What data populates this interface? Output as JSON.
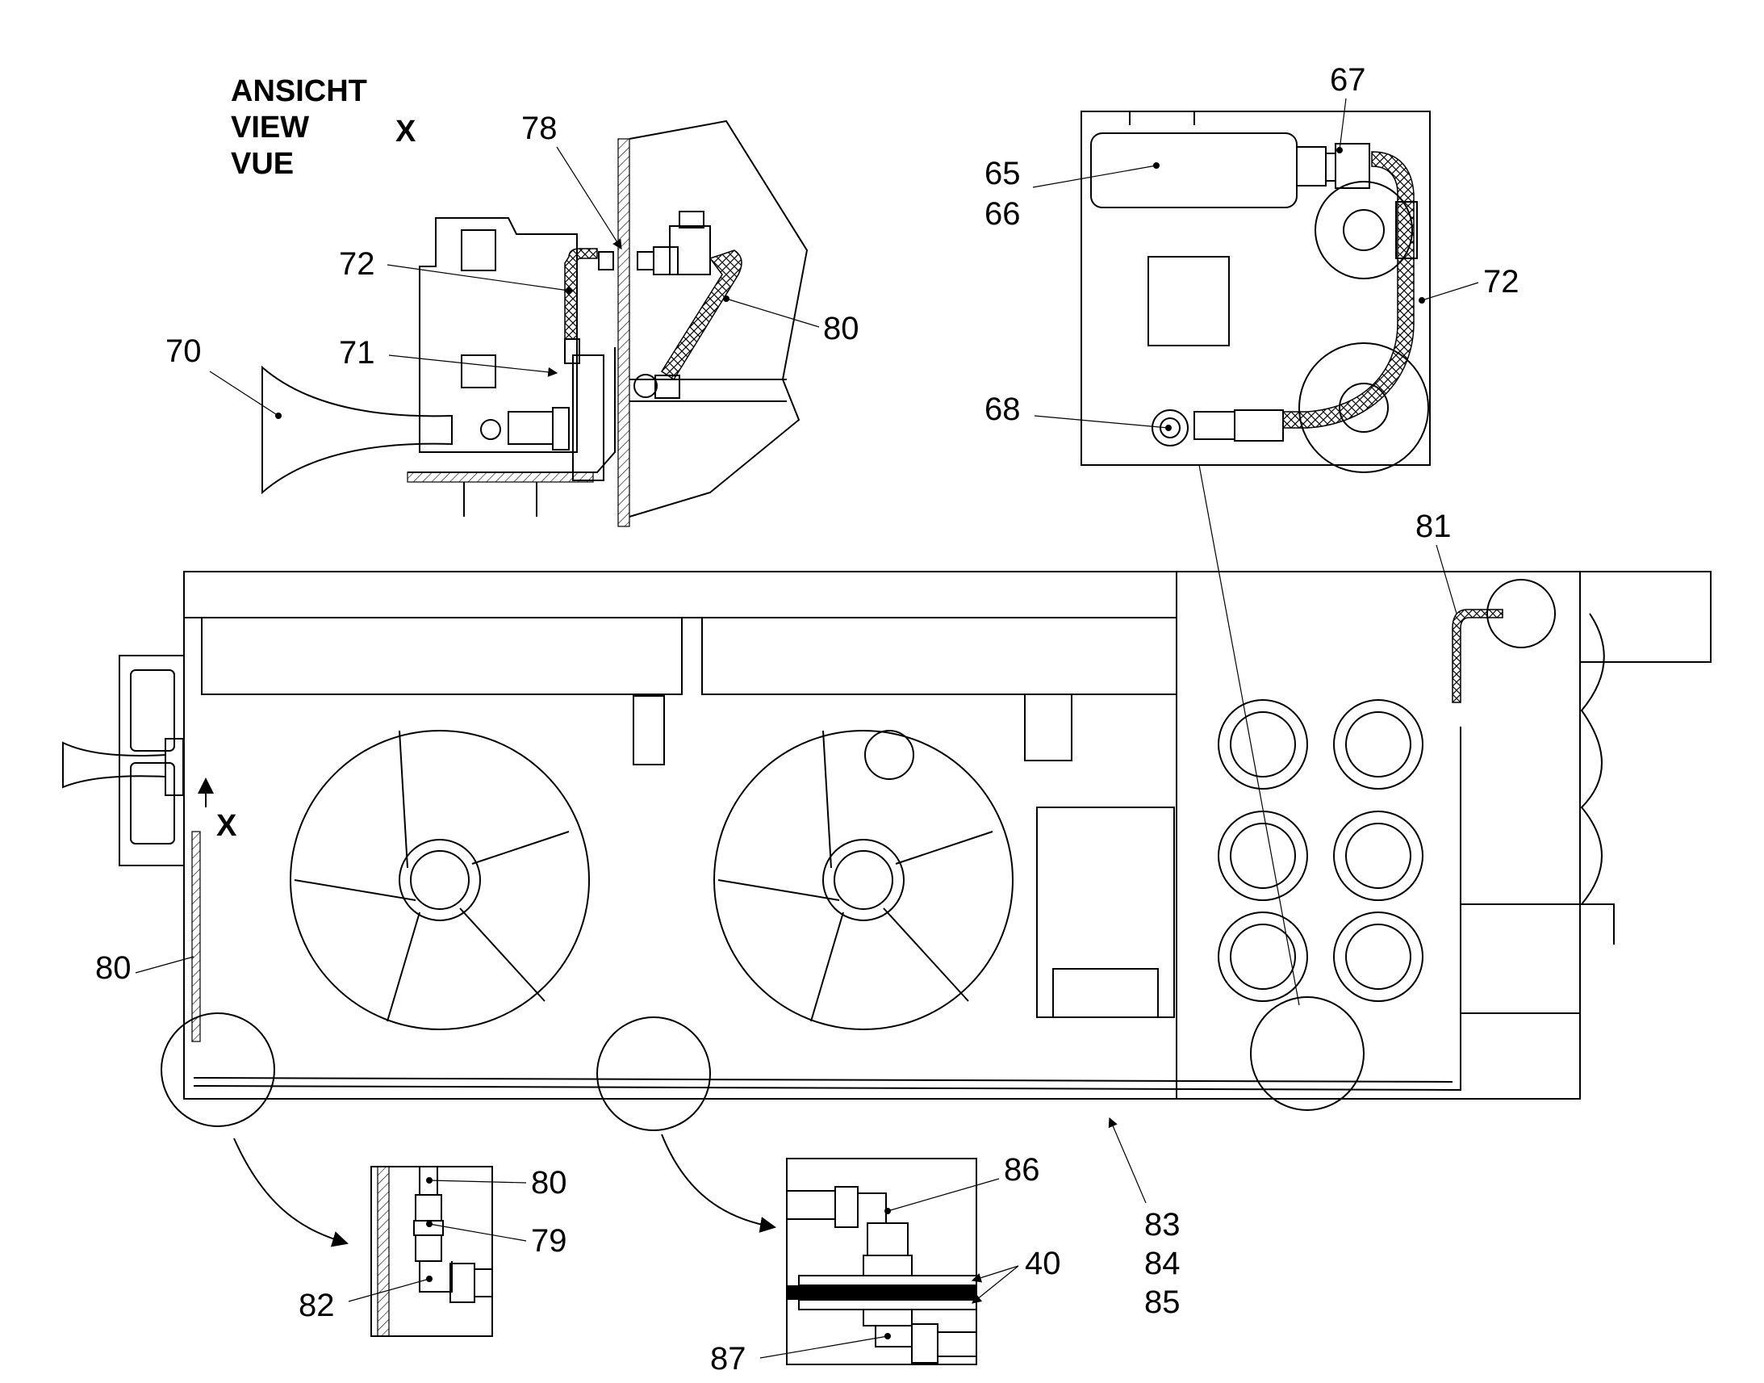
{
  "view_title": {
    "line1": "ANSICHT",
    "line2": "VIEW",
    "line3": "VUE",
    "marker": "X"
  },
  "view_marker_main": "X",
  "callouts": {
    "c78": "78",
    "c72_view": "72",
    "c80_view": "80",
    "c71": "71",
    "c70": "70",
    "c65": "65",
    "c66": "66",
    "c67": "67",
    "c72_detail": "72",
    "c68": "68",
    "c81": "81",
    "c80_main": "80",
    "c80_inset": "80",
    "c79": "79",
    "c82": "82",
    "c86": "86",
    "c40": "40",
    "c87": "87",
    "c83": "83",
    "c84": "84",
    "c85": "85"
  }
}
